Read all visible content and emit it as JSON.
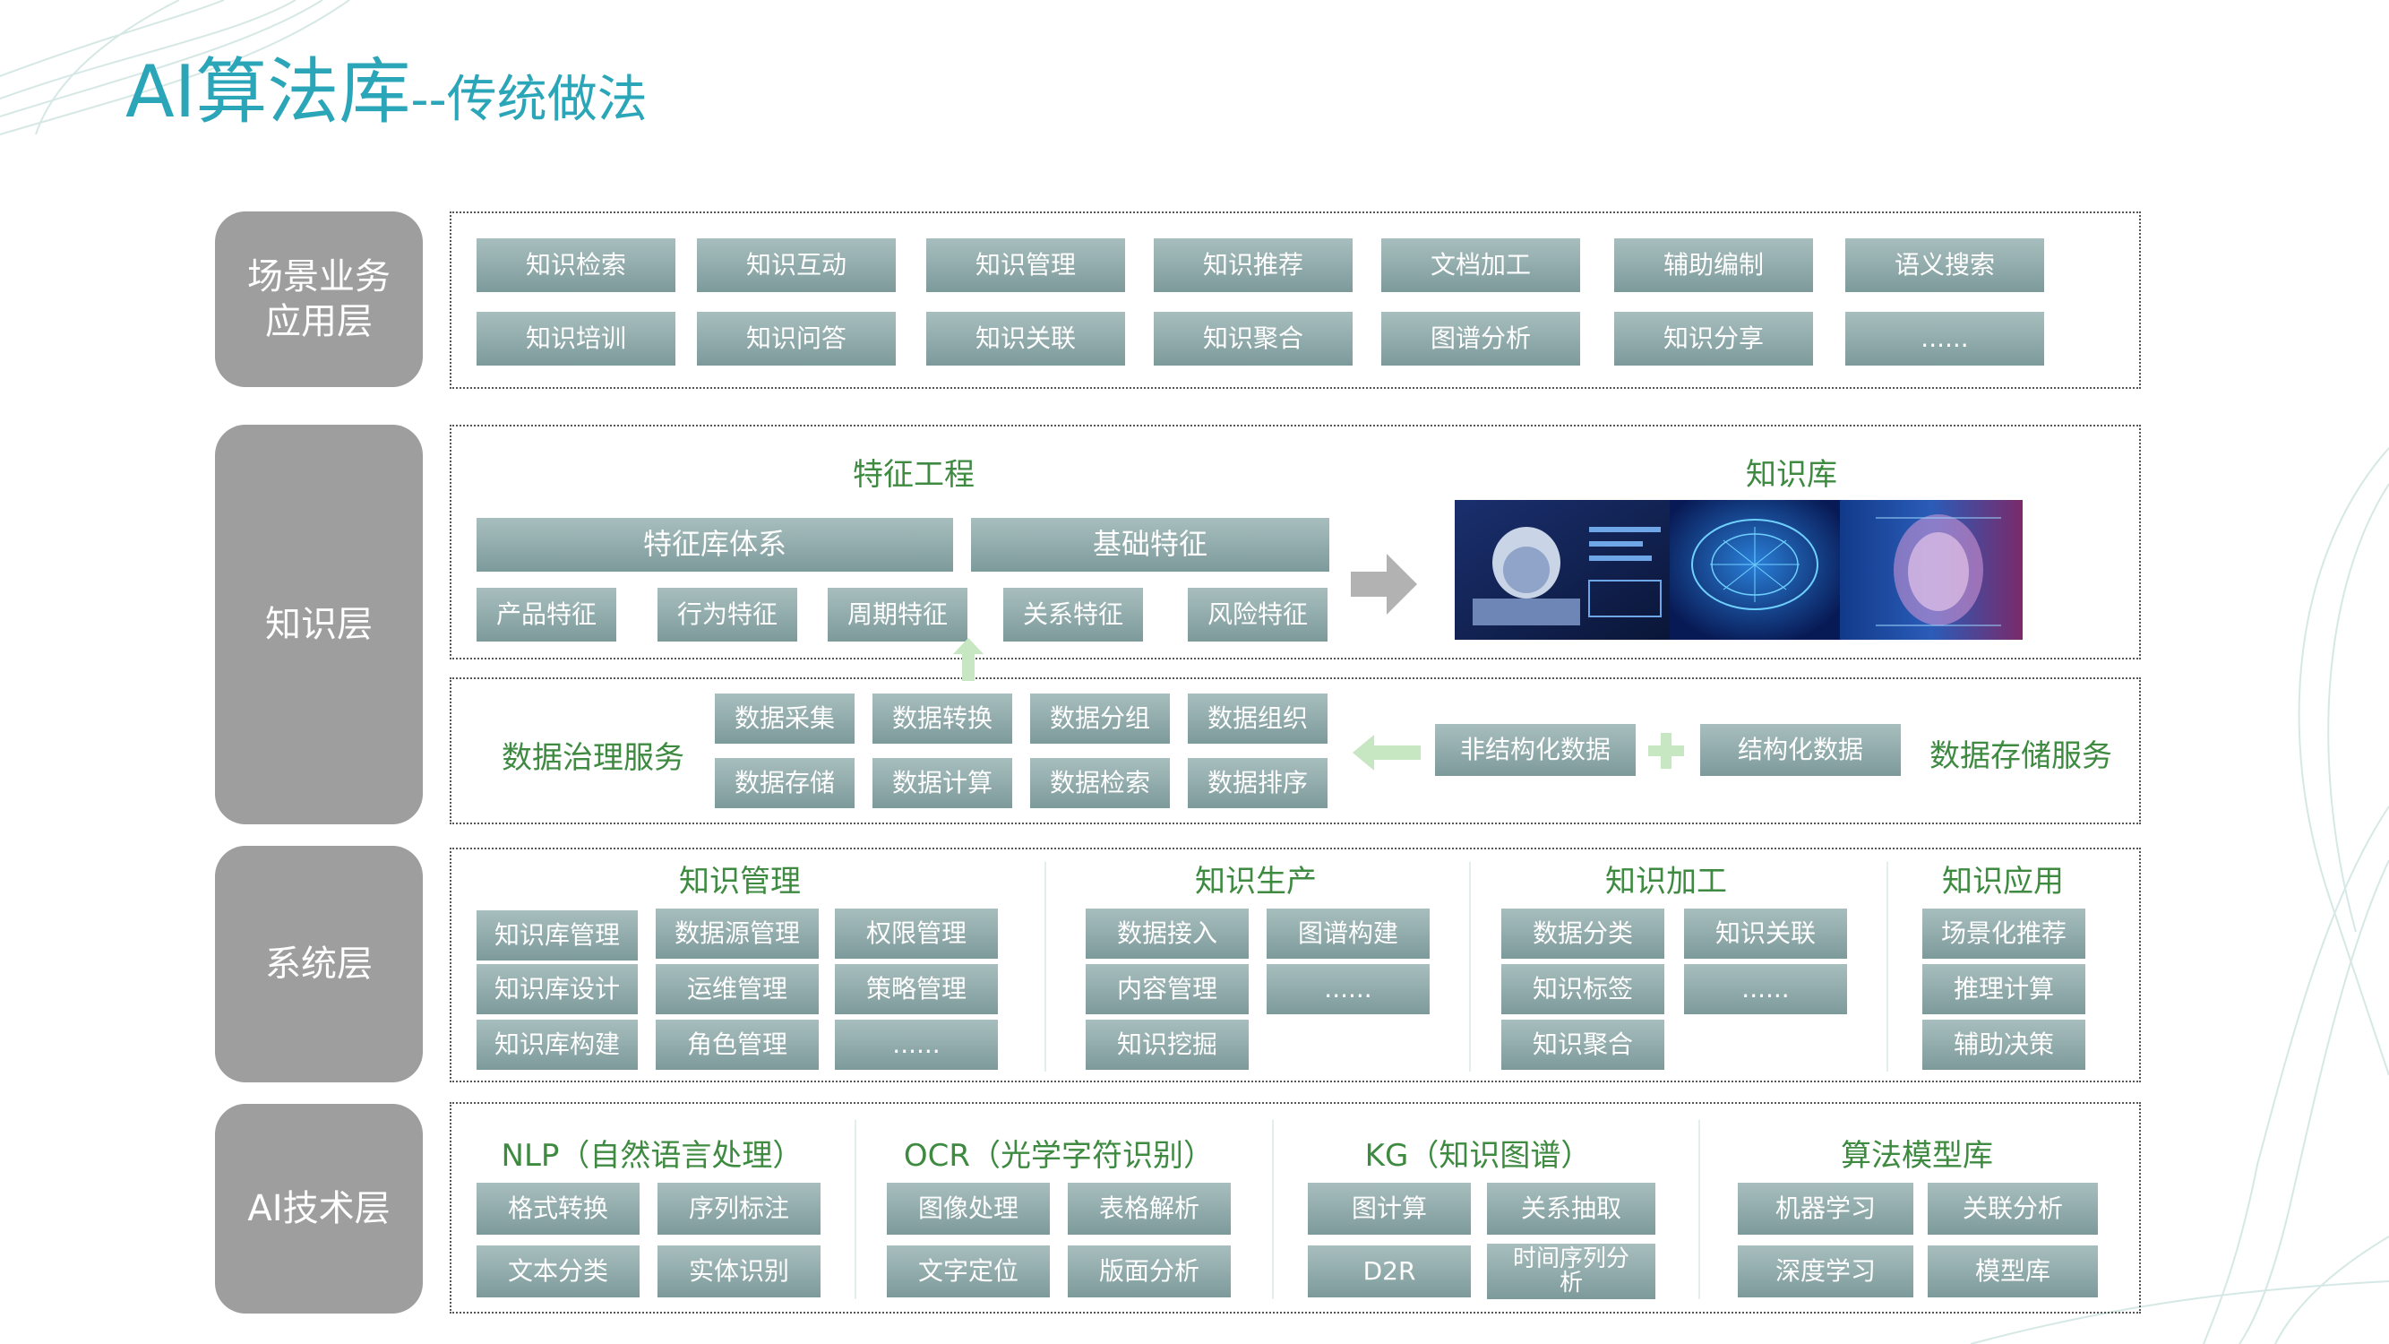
{
  "title": {
    "main": "AI算法库",
    "sep": "--",
    "sub": "传统做法"
  },
  "layers": {
    "scene": "场景业务应用层",
    "knowledge": "知识层",
    "system": "系统层",
    "ai": "AI技术层"
  },
  "scene": {
    "row1": [
      "知识检索",
      "知识互动",
      "知识管理",
      "知识推荐",
      "文档加工",
      "辅助编制",
      "语义搜索"
    ],
    "row2": [
      "知识培训",
      "知识问答",
      "知识关联",
      "知识聚合",
      "图谱分析",
      "知识分享",
      "......"
    ]
  },
  "knowledge": {
    "feature_title": "特征工程",
    "kb_title": "知识库",
    "big": [
      "特征库体系",
      "基础特征"
    ],
    "small": [
      "产品特征",
      "行为特征",
      "周期特征",
      "关系特征",
      "风险特征"
    ]
  },
  "governance": {
    "label": "数据治理服务",
    "row1": [
      "数据采集",
      "数据转换",
      "数据分组",
      "数据组织"
    ],
    "row2": [
      "数据存储",
      "数据计算",
      "数据检索",
      "数据排序"
    ],
    "unstructured": "非结构化数据",
    "structured": "结构化数据",
    "storage": "数据存储服务"
  },
  "system": {
    "mgmt": {
      "title": "知识管理",
      "col1": [
        "知识库管理",
        "知识库设计",
        "知识库构建"
      ],
      "col2": [
        "数据源管理",
        "运维管理",
        "角色管理"
      ],
      "col3": [
        "权限管理",
        "策略管理",
        "......"
      ]
    },
    "prod": {
      "title": "知识生产",
      "col1": [
        "数据接入",
        "内容管理",
        "知识挖掘"
      ],
      "col2": [
        "图谱构建",
        "......"
      ]
    },
    "proc": {
      "title": "知识加工",
      "col1": [
        "数据分类",
        "知识标签",
        "知识聚合"
      ],
      "col2": [
        "知识关联",
        "......"
      ]
    },
    "app": {
      "title": "知识应用",
      "col1": [
        "场景化推荐",
        "推理计算",
        "辅助决策"
      ]
    }
  },
  "ai": {
    "nlp": {
      "title": "NLP（自然语言处理）",
      "items": [
        "格式转换",
        "序列标注",
        "文本分类",
        "实体识别"
      ]
    },
    "ocr": {
      "title": "OCR（光学字符识别）",
      "items": [
        "图像处理",
        "表格解析",
        "文字定位",
        "版面分析"
      ]
    },
    "kg": {
      "title": "KG（知识图谱）",
      "items": [
        "图计算",
        "关系抽取",
        "D2R",
        "时间序列分析"
      ]
    },
    "model": {
      "title": "算法模型库",
      "items": [
        "机器学习",
        "关联分析",
        "深度学习",
        "模型库"
      ]
    }
  },
  "colors": {
    "title": "#2aa6b8",
    "heading": "#3d8a40",
    "box": "#8fa9aa",
    "layer": "#9e9e9e"
  }
}
